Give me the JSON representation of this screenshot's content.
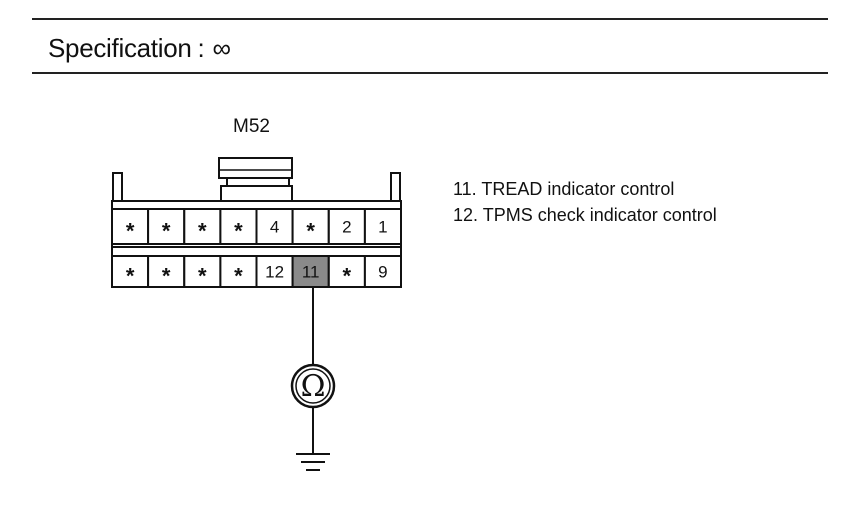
{
  "header": {
    "label": "Specification",
    "separator": ":",
    "value": "∞"
  },
  "connector": {
    "name": "M52",
    "top_row": [
      "*",
      "*",
      "*",
      "*",
      "4",
      "*",
      "2",
      "1"
    ],
    "bottom_row": [
      "*",
      "*",
      "*",
      "*",
      "12",
      "11",
      "*",
      "9"
    ],
    "highlighted_pin": "11"
  },
  "legend": [
    "11. TREAD indicator control",
    "12. TPMS check indicator control"
  ],
  "meter": {
    "symbol": "Ω"
  }
}
